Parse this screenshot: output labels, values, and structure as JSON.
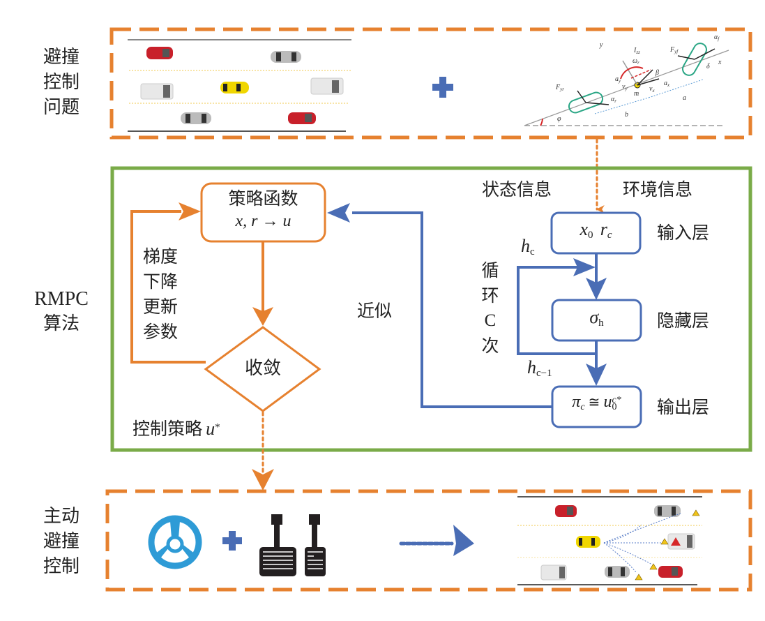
{
  "sections": {
    "top": {
      "label_lines": [
        "避撞",
        "控制",
        "问题"
      ]
    },
    "middle": {
      "label_lines": [
        "RMPC",
        "算法"
      ]
    },
    "bottom": {
      "label_lines": [
        "主动",
        "避撞",
        "控制"
      ]
    }
  },
  "flowchart": {
    "policy_box": {
      "title": "策略函数",
      "formula": "x, r → u"
    },
    "gradient_label_lines": [
      "梯度",
      "下降",
      "更新",
      "参数"
    ],
    "converge_diamond": "收敛",
    "control_policy": {
      "text": "控制策略",
      "symbol": "u",
      "sup": "*"
    },
    "approx_label": "近似"
  },
  "network": {
    "state_info": "状态信息",
    "env_info": "环境信息",
    "input_layer": {
      "label": "输入层",
      "content_x": "x",
      "content_x_sub": "0",
      "content_r": "r",
      "content_r_sub": "c"
    },
    "hidden_layer": {
      "label": "隐藏层",
      "symbol": "σ",
      "sub": "h"
    },
    "output_layer": {
      "label": "输出层",
      "pi": "π",
      "pi_sub": "c",
      "rel": "≅",
      "u": "u",
      "u_sub": "0",
      "u_sup": "c*"
    },
    "loop_label_lines": [
      "循",
      "环",
      "C",
      "次"
    ],
    "h_c": {
      "symbol": "h",
      "sub": "c"
    },
    "h_c_minus_1": {
      "symbol": "h",
      "sub": "c−1"
    }
  },
  "vehicle_model_labels": [
    "y",
    "x",
    "I_zz",
    "ω_r",
    "β",
    "a_y",
    "a_x",
    "v_y",
    "v_x",
    "m",
    "F_yf",
    "F_yr",
    "α_f",
    "α_r",
    "δ",
    "a",
    "b",
    "φ"
  ],
  "plus_sign": "+",
  "colors": {
    "orange": "#e6812f",
    "green": "#7aab48",
    "blue": "#4a6db5",
    "wheel_blue": "#2e9bd6",
    "pedal_black": "#231f20"
  }
}
